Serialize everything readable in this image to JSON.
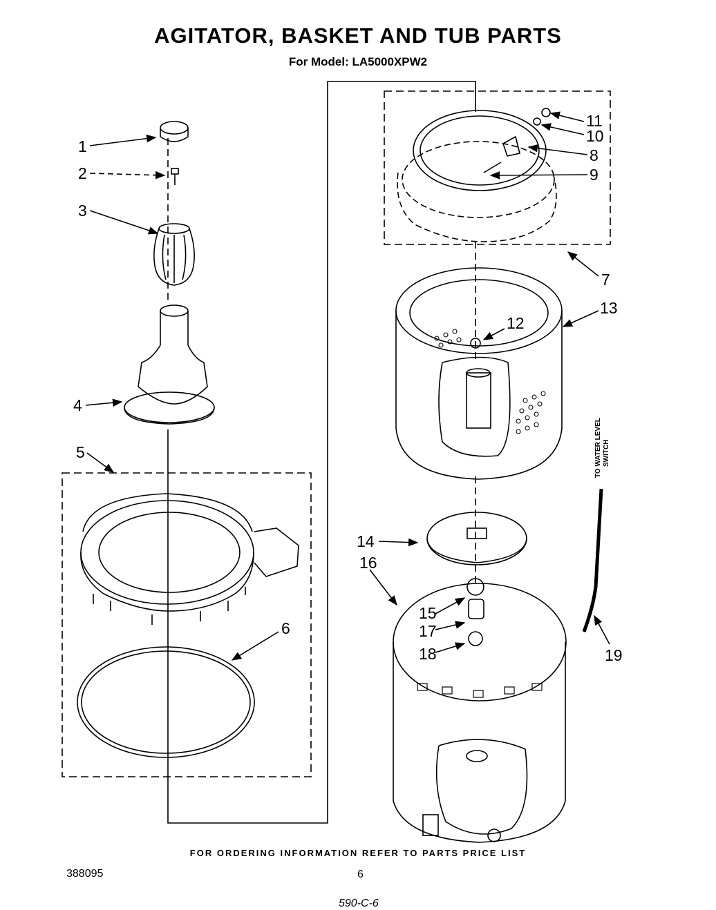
{
  "title": "AGITATOR, BASKET AND TUB PARTS",
  "subtitle": "For Model: LA5000XPW2",
  "callouts": [
    "1",
    "2",
    "3",
    "4",
    "5",
    "6",
    "7",
    "8",
    "9",
    "10",
    "11",
    "12",
    "13",
    "14",
    "15",
    "16",
    "17",
    "18",
    "19"
  ],
  "side_note": [
    "TO WATER LEVEL",
    "SWITCH"
  ],
  "footer": "FOR ORDERING INFORMATION REFER TO PARTS PRICE LIST",
  "doc_number": "388095",
  "page_number": "6",
  "handwritten_note": "590-C-6"
}
